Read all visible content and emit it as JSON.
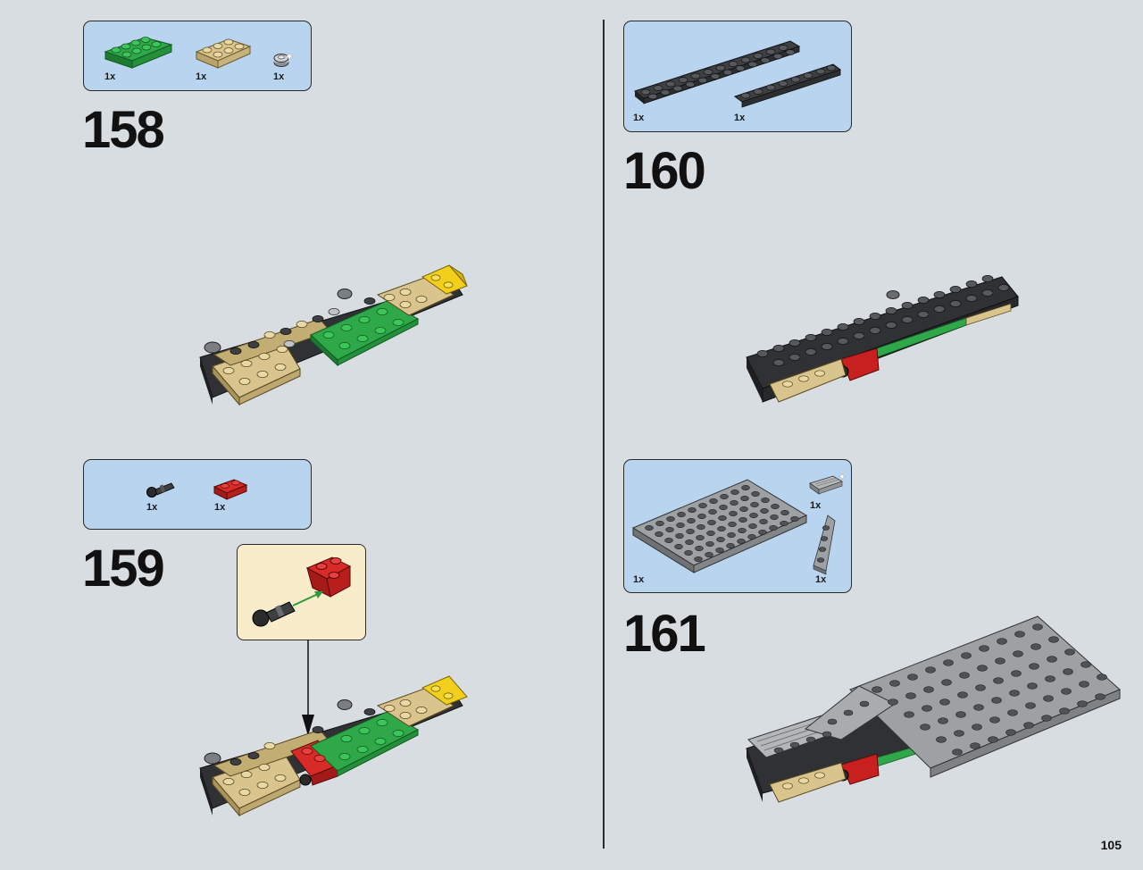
{
  "page": {
    "number": "105"
  },
  "steps": [
    {
      "number": "158",
      "parts": [
        {
          "qty": "1x",
          "part": "green-plate-2x4-icon"
        },
        {
          "qty": "1x",
          "part": "tan-plate-2x3-icon"
        },
        {
          "qty": "1x",
          "part": "silver-round-plate-icon"
        }
      ]
    },
    {
      "number": "159",
      "parts": [
        {
          "qty": "1x",
          "part": "black-stud-shooter-icon"
        },
        {
          "qty": "1x",
          "part": "red-bracket-icon"
        }
      ]
    },
    {
      "number": "160",
      "parts": [
        {
          "qty": "1x",
          "part": "dark-grey-plate-1x12-icon"
        },
        {
          "qty": "1x",
          "part": "dark-grey-plate-1x8-icon"
        }
      ]
    },
    {
      "number": "161",
      "parts": [
        {
          "qty": "1x",
          "part": "grey-plate-6x10-icon"
        },
        {
          "qty": "1x",
          "part": "grey-tile-grille-icon"
        },
        {
          "qty": "1x",
          "part": "grey-wedge-plate-icon"
        }
      ]
    }
  ],
  "colors": {
    "background": "#d8dde2",
    "parts_box": "#b8d4ee",
    "callout": "#f8eccb",
    "green": "#2fa84a",
    "tan": "#d8c48c",
    "red": "#c8201e",
    "yellow": "#f1cf1a",
    "dark_grey": "#3d3f42",
    "light_grey": "#9ea1a4"
  }
}
